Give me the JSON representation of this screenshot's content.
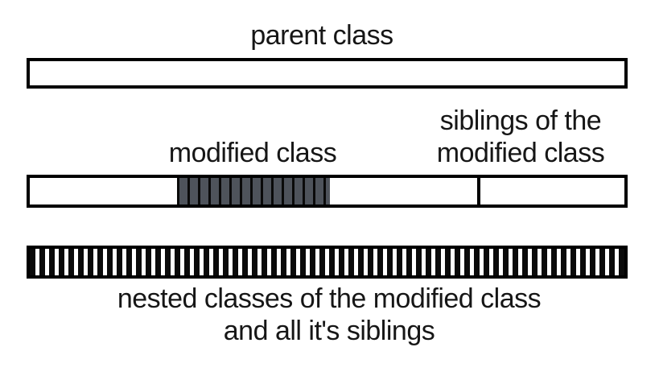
{
  "labels": {
    "parent": "parent class",
    "modified": "modified class",
    "siblings": [
      "siblings of the",
      "modified class"
    ],
    "nested": [
      "nested classes of the modified class",
      "and all it's siblings"
    ]
  },
  "colors": {
    "background": "#ffffff",
    "border": "#000000",
    "text": "#161616",
    "hatch_bar_gray": "#4e535b",
    "hatch_gap_dark": "#0a0a0a",
    "nested_stripe_black": "#0a0a0a",
    "nested_stripe_white": "#ffffff"
  }
}
